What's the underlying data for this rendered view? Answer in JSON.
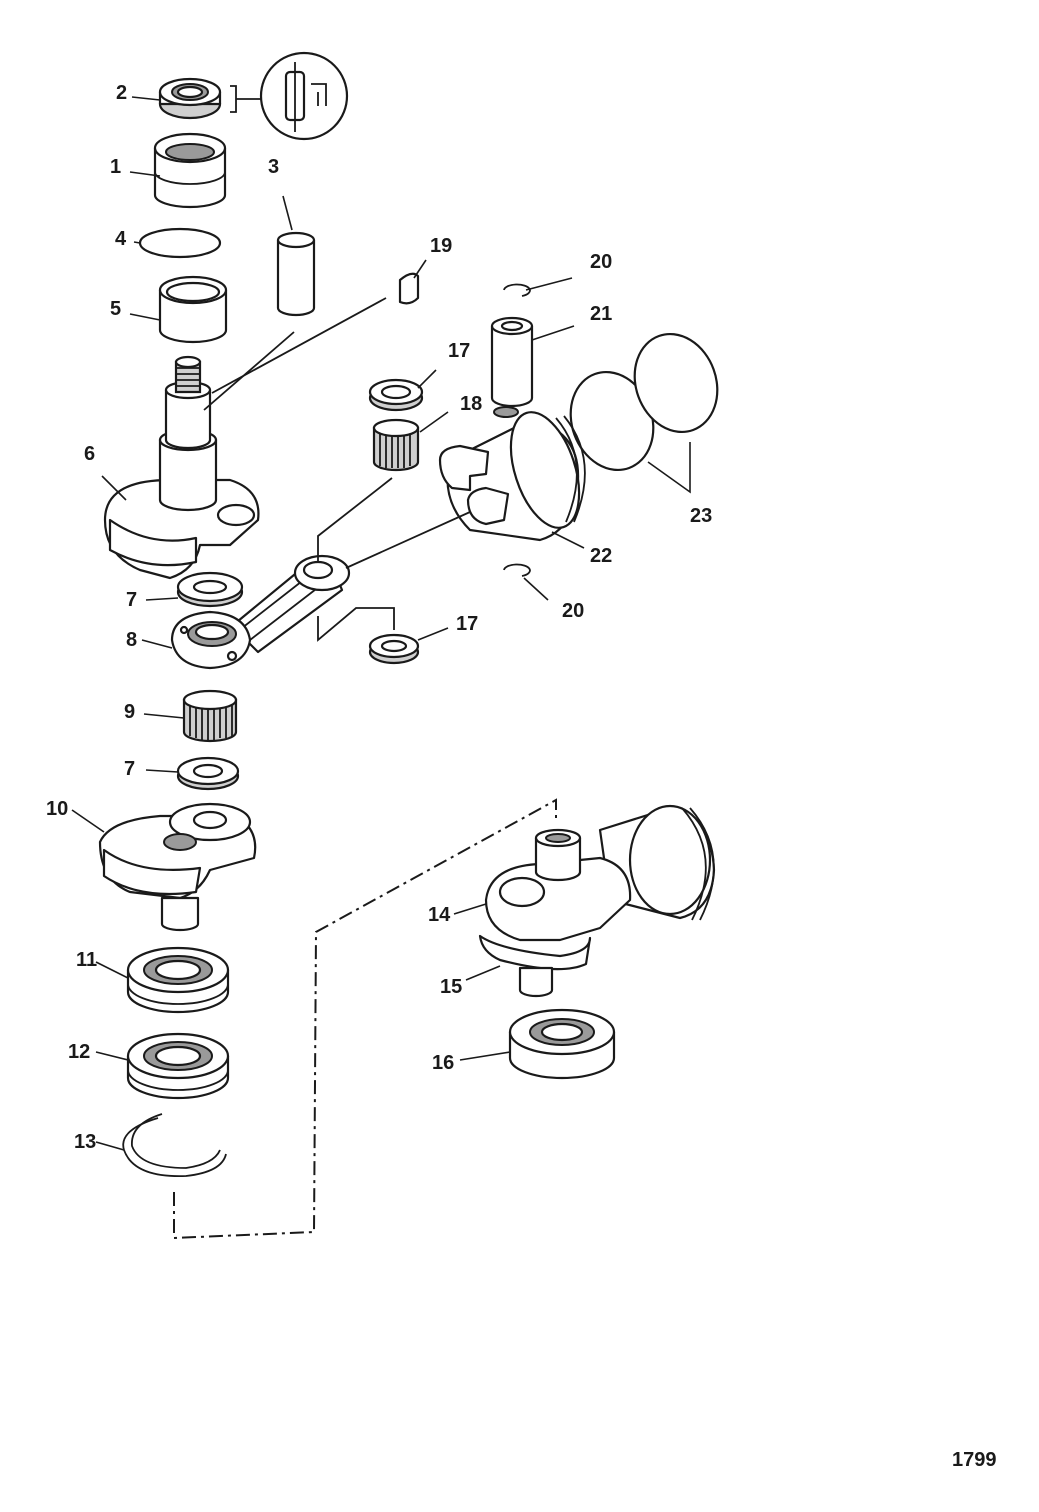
{
  "diagram": {
    "figure_number": "1799",
    "callouts": {
      "c1": "1",
      "c2": "2",
      "c3": "3",
      "c4": "4",
      "c5": "5",
      "c6": "6",
      "c7a": "7",
      "c7b": "7",
      "c8": "8",
      "c9": "9",
      "c10": "10",
      "c11": "11",
      "c12": "12",
      "c13": "13",
      "c14": "14",
      "c15": "15",
      "c16": "16",
      "c17a": "17",
      "c17b": "17",
      "c18": "18",
      "c19": "19",
      "c20a": "20",
      "c20b": "20",
      "c21": "21",
      "c22": "22",
      "c23": "23"
    }
  }
}
